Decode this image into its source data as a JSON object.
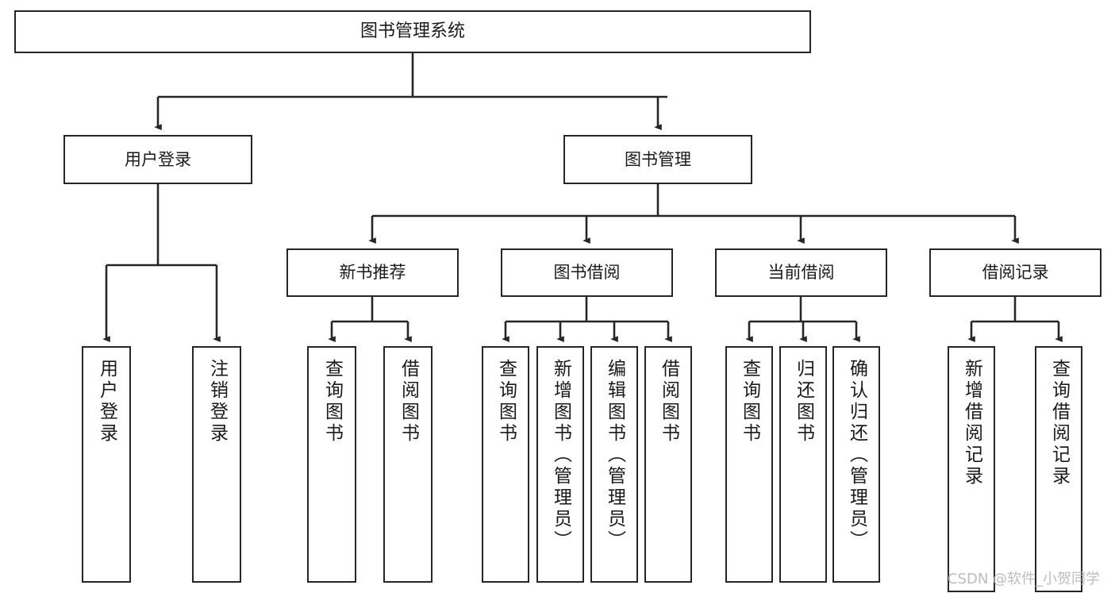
{
  "diagram": {
    "title_text": "图书管理系统",
    "type": "hierarchy-tree",
    "watermark": "CSDN @软件_小贺同学",
    "colors": {
      "box_border": "#262626",
      "box_fill": "#ffffff",
      "edge": "#262626",
      "text": "#1a1a1a",
      "watermark": "#bcbcbc",
      "background": "#ffffff"
    },
    "nodes": {
      "root": {
        "label": "图书管理系统",
        "level": 0,
        "orientation": "horizontal"
      },
      "user_login": {
        "label": "用户登录",
        "level": 1,
        "orientation": "horizontal"
      },
      "book_manage": {
        "label": "图书管理",
        "level": 1,
        "orientation": "horizontal"
      },
      "new_book_rec": {
        "label": "新书推荐",
        "level": 2,
        "orientation": "horizontal"
      },
      "book_borrow": {
        "label": "图书借阅",
        "level": 2,
        "orientation": "horizontal"
      },
      "current_borrow": {
        "label": "当前借阅",
        "level": 2,
        "orientation": "horizontal"
      },
      "borrow_record": {
        "label": "借阅记录",
        "level": 2,
        "orientation": "horizontal"
      },
      "leaf_user_login": {
        "label": "用户登录",
        "level": 3,
        "orientation": "vertical"
      },
      "leaf_logout": {
        "label": "注销登录",
        "level": 3,
        "orientation": "vertical"
      },
      "leaf_query_book_a": {
        "label": "查询图书",
        "level": 3,
        "orientation": "vertical"
      },
      "leaf_borrow_book_a": {
        "label": "借阅图书",
        "level": 3,
        "orientation": "vertical"
      },
      "leaf_query_book_b": {
        "label": "查询图书",
        "level": 3,
        "orientation": "vertical"
      },
      "leaf_add_book": {
        "label": "新增图书（管理员）",
        "level": 3,
        "orientation": "vertical"
      },
      "leaf_edit_book": {
        "label": "编辑图书（管理员）",
        "level": 3,
        "orientation": "vertical"
      },
      "leaf_borrow_book_b": {
        "label": "借阅图书",
        "level": 3,
        "orientation": "vertical"
      },
      "leaf_query_book_c": {
        "label": "查询图书",
        "level": 3,
        "orientation": "vertical"
      },
      "leaf_return_book": {
        "label": "归还图书",
        "level": 3,
        "orientation": "vertical"
      },
      "leaf_confirm_return": {
        "label": "确认归还（管理员）",
        "level": 3,
        "orientation": "vertical"
      },
      "leaf_add_record": {
        "label": "新增借阅记录",
        "level": 3,
        "orientation": "vertical"
      },
      "leaf_query_record": {
        "label": "查询借阅记录",
        "level": 3,
        "orientation": "vertical"
      }
    },
    "edges": [
      {
        "from": "root",
        "to": "user_login"
      },
      {
        "from": "root",
        "to": "book_manage"
      },
      {
        "from": "book_manage",
        "to": "new_book_rec"
      },
      {
        "from": "book_manage",
        "to": "book_borrow"
      },
      {
        "from": "book_manage",
        "to": "current_borrow"
      },
      {
        "from": "book_manage",
        "to": "borrow_record"
      },
      {
        "from": "user_login",
        "to": "leaf_user_login"
      },
      {
        "from": "user_login",
        "to": "leaf_logout"
      },
      {
        "from": "new_book_rec",
        "to": "leaf_query_book_a"
      },
      {
        "from": "new_book_rec",
        "to": "leaf_borrow_book_a"
      },
      {
        "from": "book_borrow",
        "to": "leaf_query_book_b"
      },
      {
        "from": "book_borrow",
        "to": "leaf_add_book"
      },
      {
        "from": "book_borrow",
        "to": "leaf_edit_book"
      },
      {
        "from": "book_borrow",
        "to": "leaf_borrow_book_b"
      },
      {
        "from": "current_borrow",
        "to": "leaf_query_book_c"
      },
      {
        "from": "current_borrow",
        "to": "leaf_return_book"
      },
      {
        "from": "current_borrow",
        "to": "leaf_confirm_return"
      },
      {
        "from": "borrow_record",
        "to": "leaf_add_record"
      },
      {
        "from": "borrow_record",
        "to": "leaf_query_record"
      }
    ]
  }
}
